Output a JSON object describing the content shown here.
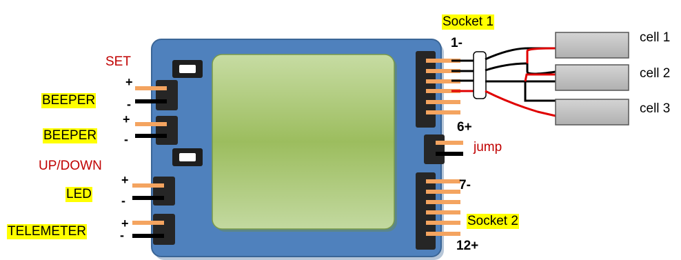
{
  "colors": {
    "board": "#4f81bd",
    "board_border": "#3a6596",
    "screen": "#a9c97a",
    "connector": "#262626",
    "pin": "#f4a460",
    "red_wire": "#e00000",
    "cell": "#c0c0c0",
    "highlight": "#ffff00",
    "label_red": "#c00000"
  },
  "labels": {
    "set": "SET",
    "beeper_1": "BEEPER",
    "beeper_2": "BEEPER",
    "up_down": "UP/DOWN",
    "led": "LED",
    "telemeter": "TELEMETER",
    "socket_1": "Socket 1",
    "socket_2": "Socket 2",
    "pin_1": "1-",
    "pin_6": "6+",
    "pin_7": "7-",
    "pin_12": "12+",
    "jump": "jump",
    "cell_1": "cell 1",
    "cell_2": "cell 2",
    "cell_3": "cell 3",
    "plus": "+",
    "minus": "-"
  }
}
